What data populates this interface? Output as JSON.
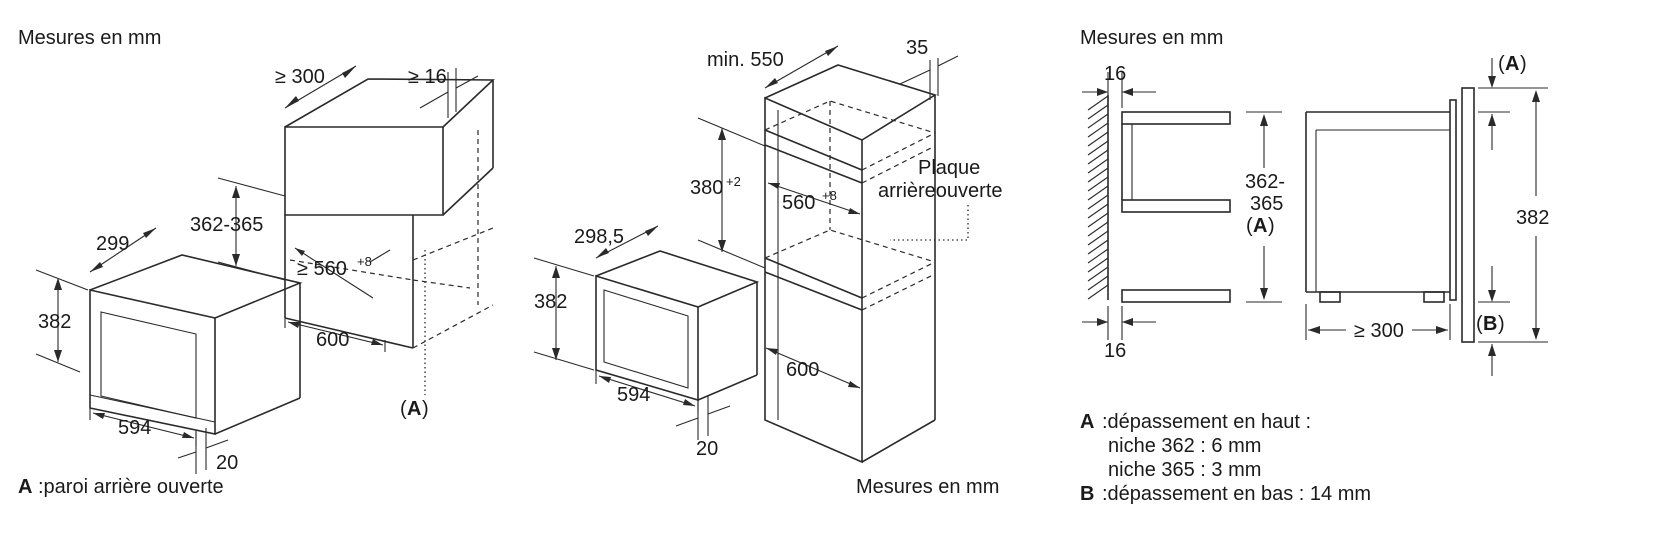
{
  "views": {
    "left": {
      "heading": "Mesures en mm",
      "cabinet_depth": "≥ 300",
      "gap": "≥ 16",
      "niche_height": "362-365",
      "niche_width_value": "≥ 560",
      "niche_width_tolerance": "+8",
      "cabinet_width": "600",
      "appliance_depth": "299",
      "appliance_height": "382",
      "appliance_width": "594",
      "front_thickness": "20",
      "callout_open_paren": "(",
      "callout_letter": "A",
      "callout_close_paren": ")",
      "note_letter": "A",
      "note_text": ":paroi arrière ouverte"
    },
    "middle": {
      "depth_label": "min. 550",
      "offset": "35",
      "niche_height_value": "380",
      "niche_height_tolerance": "+2",
      "niche_width_value": "560",
      "niche_width_tolerance": "+8",
      "plate_line1": "Plaque",
      "plate_line2": "arrièreouverte",
      "appliance_depth": "298,5",
      "appliance_height": "382",
      "cabinet_width": "600",
      "appliance_width": "594",
      "front_thickness": "20",
      "heading": "Mesures en mm"
    },
    "right": {
      "heading": "Mesures en mm",
      "top_gap": "16",
      "bottom_gap": "16",
      "niche_line1": "362-",
      "niche_line2": "365",
      "niche_open_paren": "(",
      "niche_letter": "A",
      "niche_close_paren": ")",
      "marker_a_open": "(",
      "marker_a_letter": "A",
      "marker_a_close": ")",
      "marker_b_open": "(",
      "marker_b_letter": "B",
      "marker_b_close": ")",
      "height": "382",
      "depth": "≥ 300",
      "note_a_letter": "A",
      "note_a_title": ":dépassement en haut :",
      "note_a_line2": "niche 362 : 6 mm",
      "note_a_line3": "niche 365 : 3 mm",
      "note_b_letter": "B",
      "note_b_text": ":dépassement en bas : 14 mm"
    }
  }
}
